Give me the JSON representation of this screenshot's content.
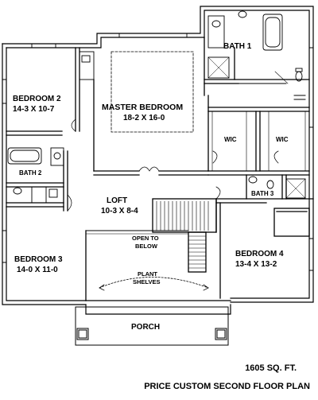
{
  "rooms": {
    "bath1": {
      "name": "BATH 1"
    },
    "bedroom2": {
      "name": "BEDROOM 2",
      "size": "14-3 X 10-7"
    },
    "master": {
      "name": "MASTER BEDROOM",
      "size": "18-2 X 16-0"
    },
    "wic_left": {
      "name": "WIC"
    },
    "wic_right": {
      "name": "WIC"
    },
    "bath2": {
      "name": "BATH 2"
    },
    "bath3": {
      "name": "BATH 3"
    },
    "loft": {
      "name": "LOFT",
      "size": "10-3 X 8-4"
    },
    "open_below": {
      "line1": "OPEN TO",
      "line2": "BELOW"
    },
    "plant_shelves": {
      "line1": "PLANT",
      "line2": "SHELVES"
    },
    "bedroom3": {
      "name": "BEDROOM 3",
      "size": "14-0 X 11-0"
    },
    "bedroom4": {
      "name": "BEDROOM 4",
      "size": "13-4 X 13-2"
    },
    "porch": {
      "name": "PORCH"
    }
  },
  "caption": {
    "area": "1605 SQ. FT.",
    "plan_name": "PRICE CUSTOM SECOND FLOOR PLAN"
  }
}
